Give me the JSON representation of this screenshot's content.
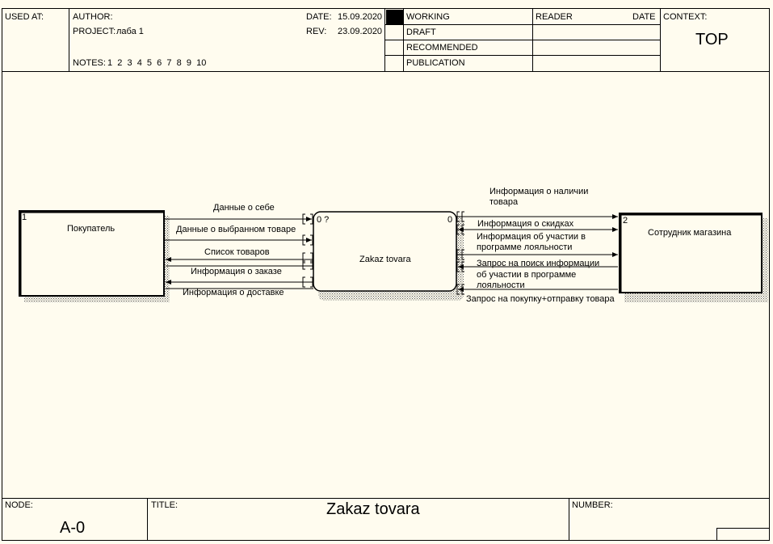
{
  "header": {
    "used_at_label": "USED AT:",
    "author_label": "AUTHOR:",
    "project_label": "PROJECT:",
    "project_value": "лаба 1",
    "notes_label": "NOTES:",
    "notes_values": "1  2  3  4  5  6  7  8  9  10",
    "date_label": "DATE:",
    "date_value": "15.09.2020",
    "rev_label": "REV:",
    "rev_value": "23.09.2020",
    "status_working": "WORKING",
    "status_draft": "DRAFT",
    "status_recommended": "RECOMMENDED",
    "status_publication": "PUBLICATION",
    "reader_label": "READER",
    "reader_date_label": "DATE",
    "context_label": "CONTEXT:",
    "context_value": "TOP"
  },
  "diagram": {
    "buyer": {
      "number": "1",
      "label": "Покупатель"
    },
    "process": {
      "number": "0 ?",
      "cost": "0",
      "label": "Zakaz tovara"
    },
    "employee": {
      "number": "2",
      "label": "Сотрудник магазина"
    },
    "left_flows": [
      "Данные о себе",
      "Данные о выбранном товаре",
      "Список товаров",
      "Информация о заказе",
      "Информация о доставке"
    ],
    "right_flows": {
      "availability_line1": "Информация о наличии",
      "availability_line2": "товара",
      "discounts": "Информация о скидках",
      "participation_line1": "Информация об участии в",
      "participation_line2": "программе лояльности",
      "search_request_line1": "Запрос на поиск информации",
      "search_request_line2": "об участии в программе",
      "search_request_line3": "лояльности",
      "purchase_request": "Запрос на покупку+отправку товара"
    }
  },
  "footer": {
    "node_label": "NODE:",
    "node_value": "A-0",
    "title_label": "TITLE:",
    "title_value": "Zakaz tovara",
    "number_label": "NUMBER:"
  }
}
